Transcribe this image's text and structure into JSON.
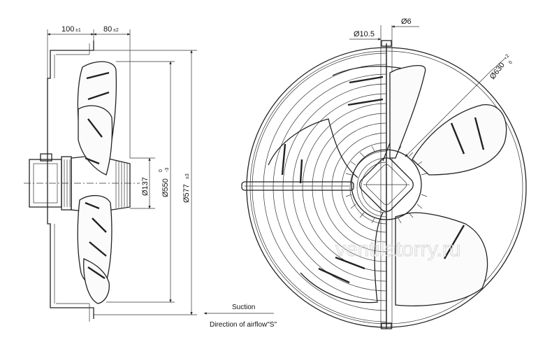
{
  "dimensions": {
    "offset_100": {
      "value": "100",
      "tol": "±1"
    },
    "offset_80": {
      "value": "80",
      "tol": "±2"
    },
    "hub_dia": "Ø137",
    "blade_dia": {
      "value": "Ø550",
      "tol_upper": "0",
      "tol_lower": "-3"
    },
    "outer_dia": {
      "value": "Ø577",
      "tol": "±3"
    },
    "hole_dia": "Ø10.5",
    "pin_dia": "Ø6",
    "bolt_circle": {
      "value": "Ø630",
      "tol_upper": "+2",
      "tol_lower": "0"
    }
  },
  "annotations": {
    "suction": "Suction",
    "airflow": "Direction of airflow\"S\""
  },
  "watermark": "ventilatorry.ru",
  "colors": {
    "line": "#222222",
    "background": "#ffffff",
    "watermark": "#d9d9d9"
  }
}
